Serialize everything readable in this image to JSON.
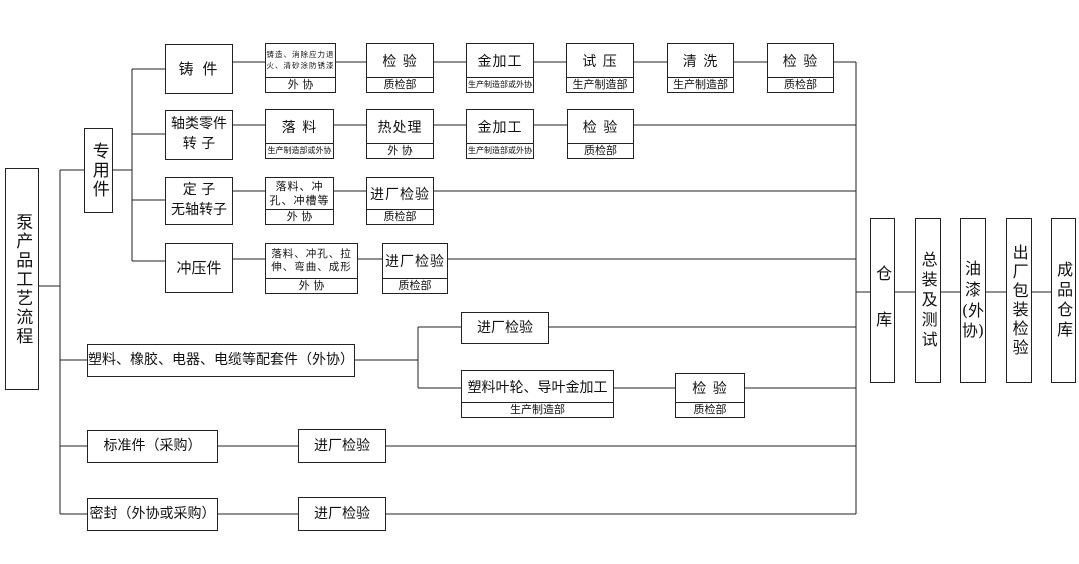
{
  "root": "泵产品工艺流程",
  "special": "专用件",
  "rows": {
    "casting": {
      "label": "铸 件",
      "s1_top": "铸造、消除应力退火、清砂涂防锈漆",
      "s1_bot": "外 协",
      "s2_top": "检 验",
      "s2_bot": "质检部",
      "s3_top": "金加工",
      "s3_bot": "生产制造部或外协",
      "s4_top": "试 压",
      "s4_bot": "生产制造部",
      "s5_top": "清 洗",
      "s5_bot": "生产制造部",
      "s6_top": "检 验",
      "s6_bot": "质检部"
    },
    "shaft": {
      "label_l1": "轴类零件",
      "label_l2": "转 子",
      "s1_top": "落 料",
      "s1_bot": "生产制造部或外协",
      "s2_top": "热处理",
      "s2_bot": "外 协",
      "s3_top": "金加工",
      "s3_bot": "生产制造部或外协",
      "s4_top": "检 验",
      "s4_bot": "质检部"
    },
    "stator": {
      "label_l1": "定 子",
      "label_l2": "无轴转子",
      "s1_top": "落料、冲孔、冲槽等",
      "s1_bot": "外 协",
      "s2_top": "进厂检验",
      "s2_bot": "质检部"
    },
    "stamping": {
      "label": "冲压件",
      "s1_top": "落料、冲孔、拉伸、弯曲、成形",
      "s1_bot": "外 协",
      "s2_top": "进厂检验",
      "s2_bot": "质检部"
    }
  },
  "plastic": {
    "label": "塑料、橡胶、电器、电缆等配套件（外协）",
    "in_check": "进厂检验",
    "impeller_top": "塑料叶轮、导叶金加工",
    "impeller_bot": "生产制造部",
    "check_top": "检 验",
    "check_bot": "质检部"
  },
  "standard": {
    "label": "标准件（采购）",
    "check": "进厂检验"
  },
  "seal": {
    "label": "密封（外协或采购）",
    "check": "进厂检验"
  },
  "final": {
    "warehouse": "仓库",
    "assembly": "总装及测试",
    "paint_l1": "油",
    "paint_l2": "漆",
    "paint_l3": "(外",
    "paint_l4": "协)",
    "pack": "出厂包装检验",
    "store": "成品仓库"
  }
}
